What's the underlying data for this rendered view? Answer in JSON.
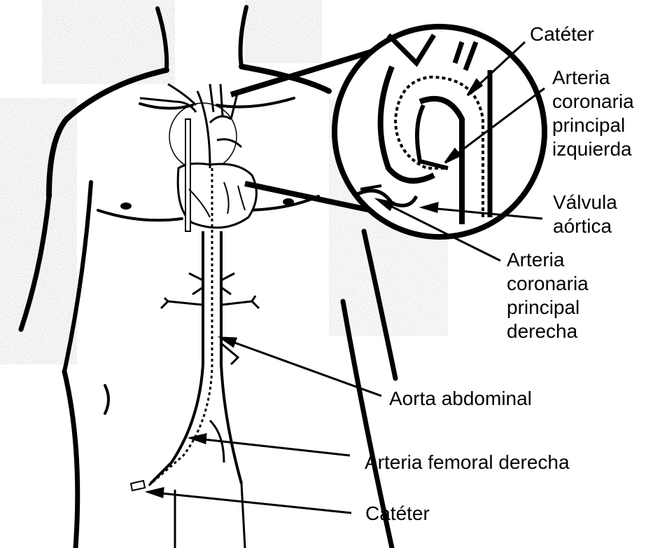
{
  "labels": {
    "cateter_top": "Catéter",
    "arteria_izq": [
      "Arteria",
      "coronaria",
      "principal",
      "izquierda"
    ],
    "valvula": [
      "Válvula",
      "aórtica"
    ],
    "arteria_der": [
      "Arteria",
      "coronaria",
      "principal",
      "derecha"
    ],
    "aorta_abdominal": "Aorta abdominal",
    "arteria_femoral": "Arteria femoral derecha",
    "cateter_bottom": "Catéter"
  },
  "colors": {
    "ink": "#000000",
    "paper": "#ffffff",
    "stipple": "#cfcfcf"
  }
}
